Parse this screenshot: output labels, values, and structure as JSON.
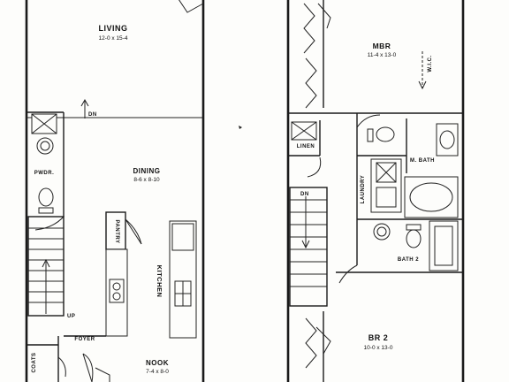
{
  "floor_plan": {
    "first_floor": {
      "rooms": {
        "living": {
          "name": "LIVING",
          "dims": "12-0 x 15-4"
        },
        "dining": {
          "name": "DINING",
          "dims": "8-6 x 8-10"
        },
        "kitchen": {
          "name": "KITCHEN"
        },
        "pantry": {
          "name": "PANTRY"
        },
        "nook": {
          "name": "NOOK",
          "dims": "7-4 x 8-0"
        },
        "foyer": {
          "name": "FOYER"
        },
        "powder": {
          "name": "PWDR."
        },
        "coats": {
          "name": "COATS"
        }
      },
      "stair_down": "DN",
      "stair_up": "UP"
    },
    "second_floor": {
      "rooms": {
        "master_bedroom": {
          "name": "MBR",
          "dims": "11-4 x 13-0"
        },
        "master_bath": {
          "name": "M. BATH"
        },
        "bedroom_2": {
          "name": "BR 2",
          "dims": "10-0 x 13-0"
        },
        "bath_2": {
          "name": "BATH 2"
        },
        "laundry": {
          "name": "LAUNDRY"
        },
        "linen": {
          "name": "LINEN"
        },
        "wic": {
          "name": "W.I.C."
        }
      },
      "stair_down": "DN"
    }
  }
}
